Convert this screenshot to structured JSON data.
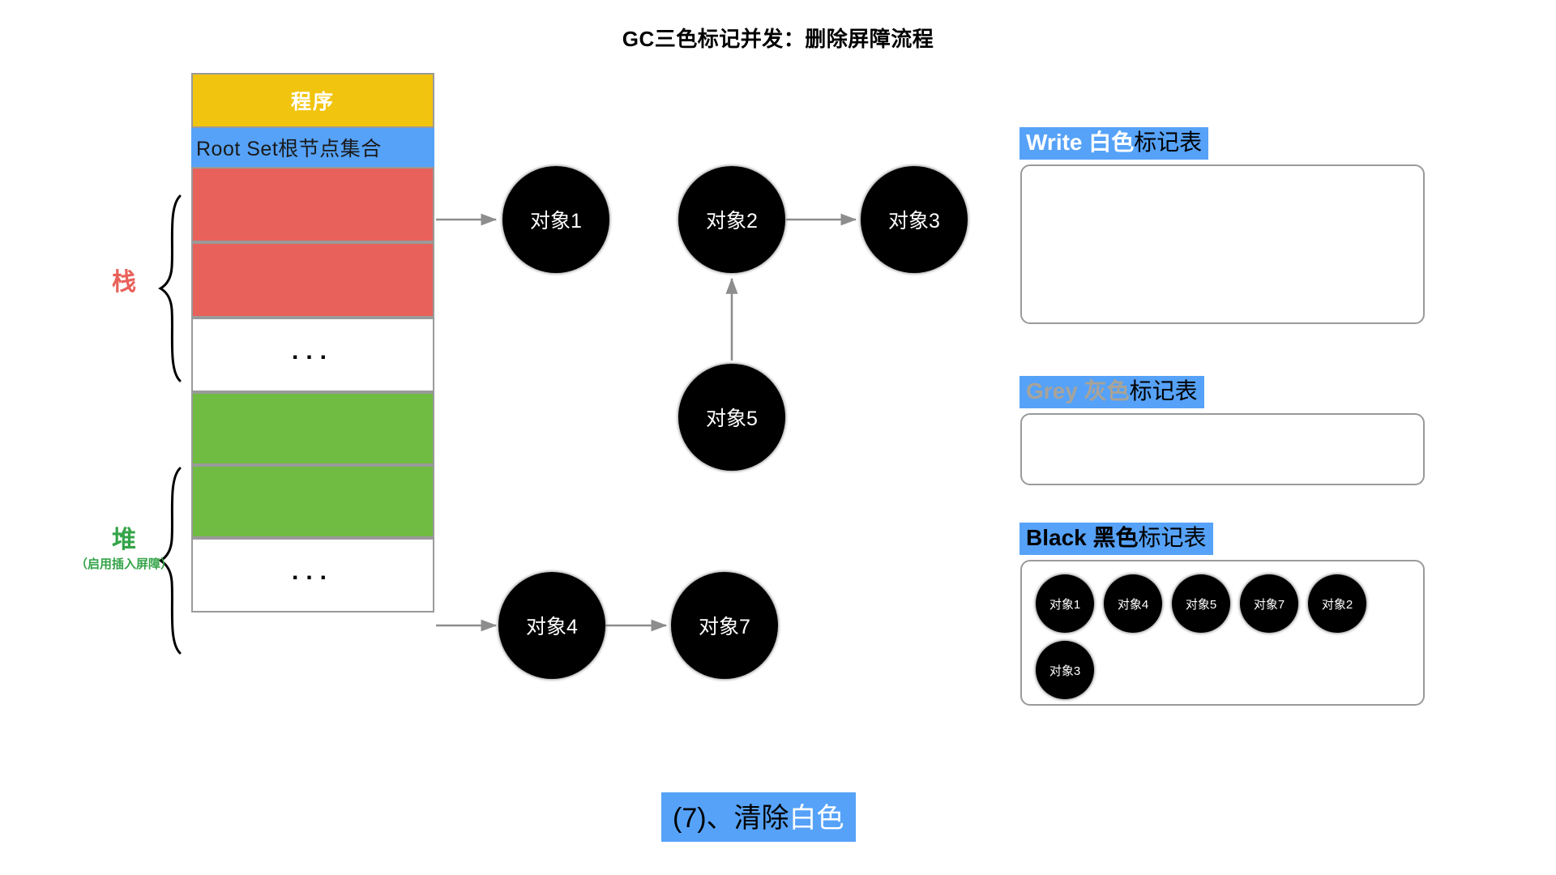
{
  "title": "GC三色标记并发：删除屏障流程",
  "memory_column": {
    "program_label": "程序",
    "root_set_label": "Root Set根节点集合",
    "dots_label": "...",
    "cells": [
      {
        "kind": "program",
        "label": "程序",
        "color": "#f1c40f"
      },
      {
        "kind": "rootset",
        "label": "Root Set根节点集合",
        "color": "#56a2f8"
      },
      {
        "kind": "red",
        "label": "",
        "color": "#e8615a"
      },
      {
        "kind": "red",
        "label": "",
        "color": "#e8615a"
      },
      {
        "kind": "dots",
        "label": "...",
        "color": "#ffffff"
      },
      {
        "kind": "green",
        "label": "",
        "color": "#70bb41"
      },
      {
        "kind": "green",
        "label": "",
        "color": "#70bb41"
      },
      {
        "kind": "dots",
        "label": "...",
        "color": "#ffffff"
      }
    ]
  },
  "braces": {
    "stack": {
      "label": "栈",
      "color": "#e8615a"
    },
    "heap": {
      "label": "堆",
      "sub_label": "（启用插入屏障）",
      "color": "#35a449"
    }
  },
  "graph": {
    "nodes": [
      {
        "id": "o1",
        "label": "对象1"
      },
      {
        "id": "o2",
        "label": "对象2"
      },
      {
        "id": "o3",
        "label": "对象3"
      },
      {
        "id": "o5",
        "label": "对象5"
      },
      {
        "id": "o4",
        "label": "对象4"
      },
      {
        "id": "o7",
        "label": "对象7"
      }
    ],
    "edges": [
      {
        "from": "root-stack-1",
        "to": "o1"
      },
      {
        "from": "o2",
        "to": "o3"
      },
      {
        "from": "o5",
        "to": "o2"
      },
      {
        "from": "heap-2",
        "to": "o4"
      },
      {
        "from": "o4",
        "to": "o7"
      }
    ]
  },
  "tables": [
    {
      "id": "white",
      "header_en": "Write 白色",
      "header_zh": "标记表",
      "header_en_color": "#ffffff",
      "items": []
    },
    {
      "id": "grey",
      "header_en": "Grey 灰色",
      "header_zh": "标记表",
      "header_en_color": "#a8a399",
      "items": []
    },
    {
      "id": "black",
      "header_en": "Black 黑色",
      "header_zh": "标记表",
      "header_en_color": "#000000",
      "items": [
        "对象1",
        "对象4",
        "对象5",
        "对象7",
        "对象2",
        "对象3"
      ]
    }
  ],
  "caption": {
    "prefix": "(7)、清除",
    "highlight": "白色",
    "background": "#56a2f8"
  }
}
